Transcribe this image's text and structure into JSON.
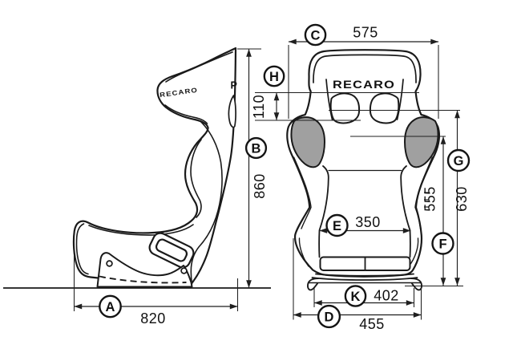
{
  "view_side": {
    "logo": "RECARO",
    "edge_label": "P"
  },
  "view_front": {
    "logo": "RECARO"
  },
  "dims": {
    "a": {
      "label": "A",
      "value": "820"
    },
    "b": {
      "label": "B",
      "value": "860"
    },
    "c": {
      "label": "C",
      "value": "575"
    },
    "d": {
      "label": "D",
      "value": "455"
    },
    "e": {
      "label": "E",
      "value": "350"
    },
    "f": {
      "label": "F",
      "value": "555"
    },
    "g": {
      "label": "G",
      "value": "630"
    },
    "h": {
      "label": "H",
      "value": "110"
    },
    "k": {
      "label": "K",
      "value": "402"
    }
  },
  "colors": {
    "line": "#1a1a1a",
    "dim_line": "#1f1f1f",
    "bolster_fill": "#a0a0a0",
    "background": "#ffffff"
  }
}
